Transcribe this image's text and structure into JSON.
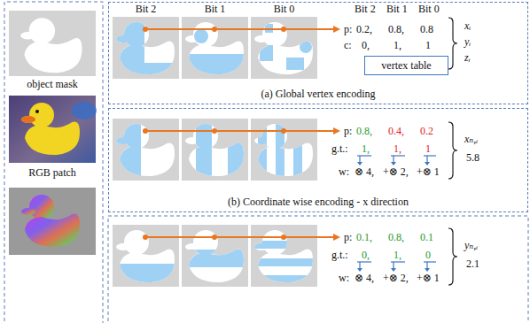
{
  "diagram": {
    "nodes": [
      {
        "text": [
          "(a) Global vertex encoding"
        ]
      },
      {
        "text": [
          "vertex table"
        ],
        "in": 0
      },
      {
        "text": [
          "(b) Coordinate wise encoding - x direction"
        ]
      }
    ],
    "labels": [
      "object mask",
      "RGB patch",
      "Bit 2",
      "Bit 1",
      "Bit 0",
      "Bit 2",
      "Bit 1",
      "Bit 0",
      "p:",
      "0.2,",
      "0.8,",
      "0.8",
      "c:",
      "0,",
      "1,",
      "1",
      "xᵢ",
      "yᵢ",
      "zᵢ",
      "p:",
      "0.8,",
      "0.4,",
      "0.2",
      "g.t.:",
      "1,",
      "1,",
      "1",
      "w:",
      "⊗ 4,",
      "+⊗ 2,",
      "+⊗ 1",
      "xₙ,ᵢ",
      "5.8",
      "p:",
      "0.1,",
      "0.8,",
      "0.1",
      "g.t.:",
      "0,",
      "1,",
      "0",
      "w:",
      "⊗ 4,",
      "+⊗ 2,",
      "+⊗ 1",
      "yₙ,ᵢ",
      "2.1"
    ]
  }
}
